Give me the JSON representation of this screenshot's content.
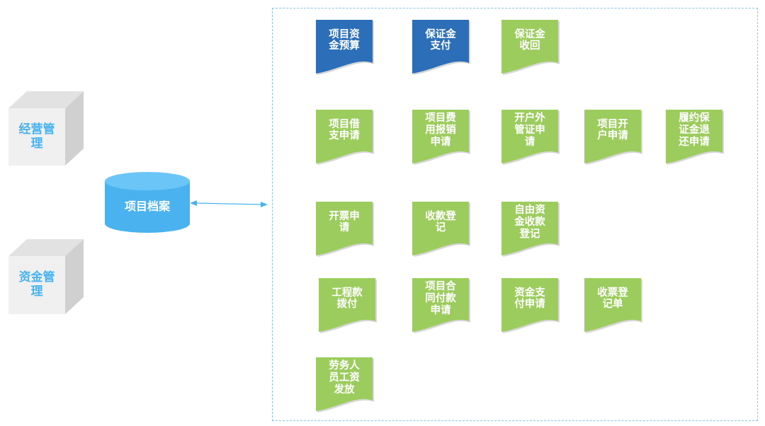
{
  "left_blocks": [
    {
      "label": "经营管\n理"
    },
    {
      "label": "资金管\n理"
    }
  ],
  "archive": {
    "label": "项目档案"
  },
  "colors": {
    "cube_front": "#f0f0f0",
    "cube_top": "#e2e2e2",
    "cube_side": "#d0d0d0",
    "cube_text": "#4ab3ef",
    "cylinder": "#4ab3ef",
    "cylinder_top": "#6cc5f7",
    "doc_blue": "#2c6fb8",
    "doc_green": "#9ccc5d",
    "frame_border": "#86c6ea",
    "arrow": "#4ab3ef"
  },
  "docs": [
    {
      "label": "项目资\n金预算",
      "color": "blue"
    },
    {
      "label": "保证金\n支付",
      "color": "blue"
    },
    {
      "label": "保证金\n收回",
      "color": "green"
    },
    {
      "label": "项目借\n支申请",
      "color": "green"
    },
    {
      "label": "项目费\n用报销\n申请",
      "color": "green"
    },
    {
      "label": "开户外\n管证申\n请",
      "color": "green"
    },
    {
      "label": "项目开\n户申请",
      "color": "green"
    },
    {
      "label": "履约保\n证金退\n还申请",
      "color": "green"
    },
    {
      "label": "开票申\n请",
      "color": "green"
    },
    {
      "label": "收款登\n记",
      "color": "green"
    },
    {
      "label": "自由资\n金收款\n登记",
      "color": "green"
    },
    {
      "label": "工程款\n拨付",
      "color": "green"
    },
    {
      "label": "项目合\n同付款\n申请",
      "color": "green"
    },
    {
      "label": "资金支\n付申请",
      "color": "green"
    },
    {
      "label": "收票登\n记单",
      "color": "green"
    },
    {
      "label": "劳务人\n员工资\n发放",
      "color": "green"
    }
  ]
}
